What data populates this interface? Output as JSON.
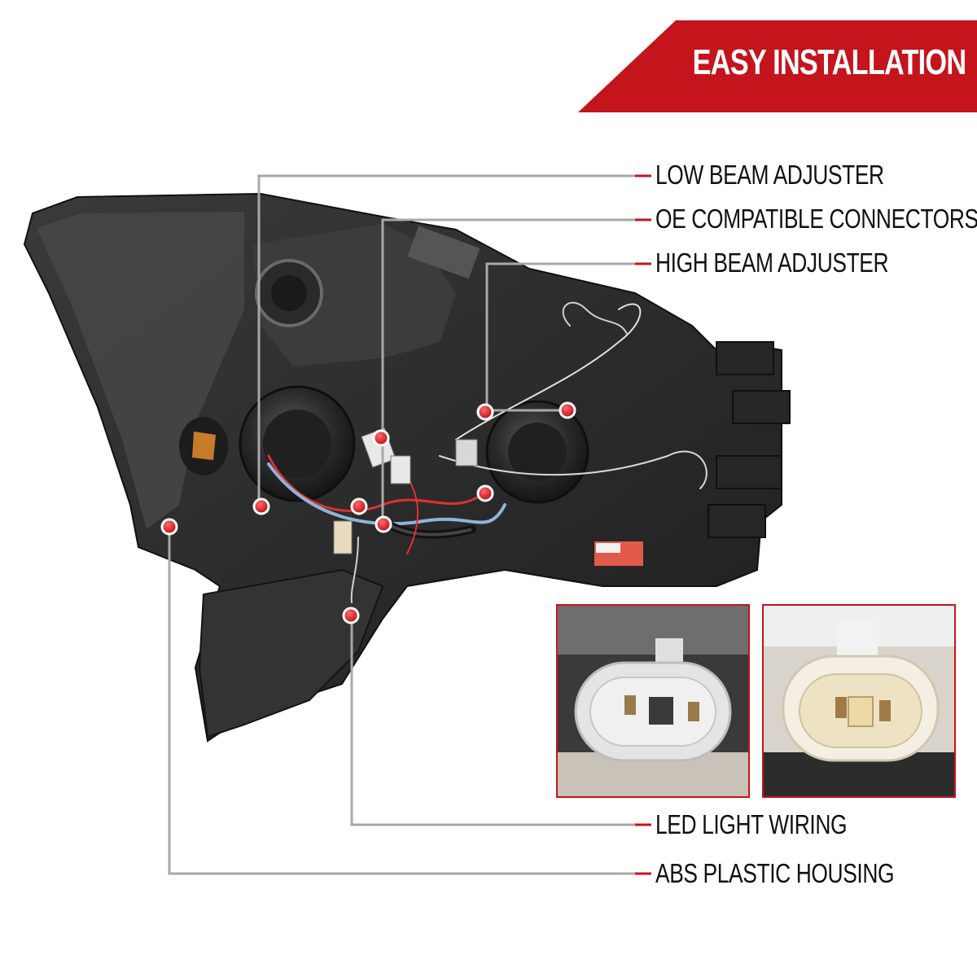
{
  "banner": {
    "text": "EASY INSTALLATION",
    "color": "#c4141c"
  },
  "callouts": [
    {
      "label": "LOW BEAM ADJUSTER"
    },
    {
      "label": "OE COMPATIBLE CONNECTORS"
    },
    {
      "label": "HIGH BEAM ADJUSTER"
    },
    {
      "label": "LED LIGHT WIRING"
    },
    {
      "label": "ABS PLASTIC HOUSING"
    }
  ],
  "colors": {
    "accent_red": "#c4141c",
    "leader_line": "#a8a8a8",
    "housing": "#2b2b2b"
  },
  "insets": [
    {
      "name": "connector-closeup-white"
    },
    {
      "name": "connector-closeup-cream"
    }
  ]
}
